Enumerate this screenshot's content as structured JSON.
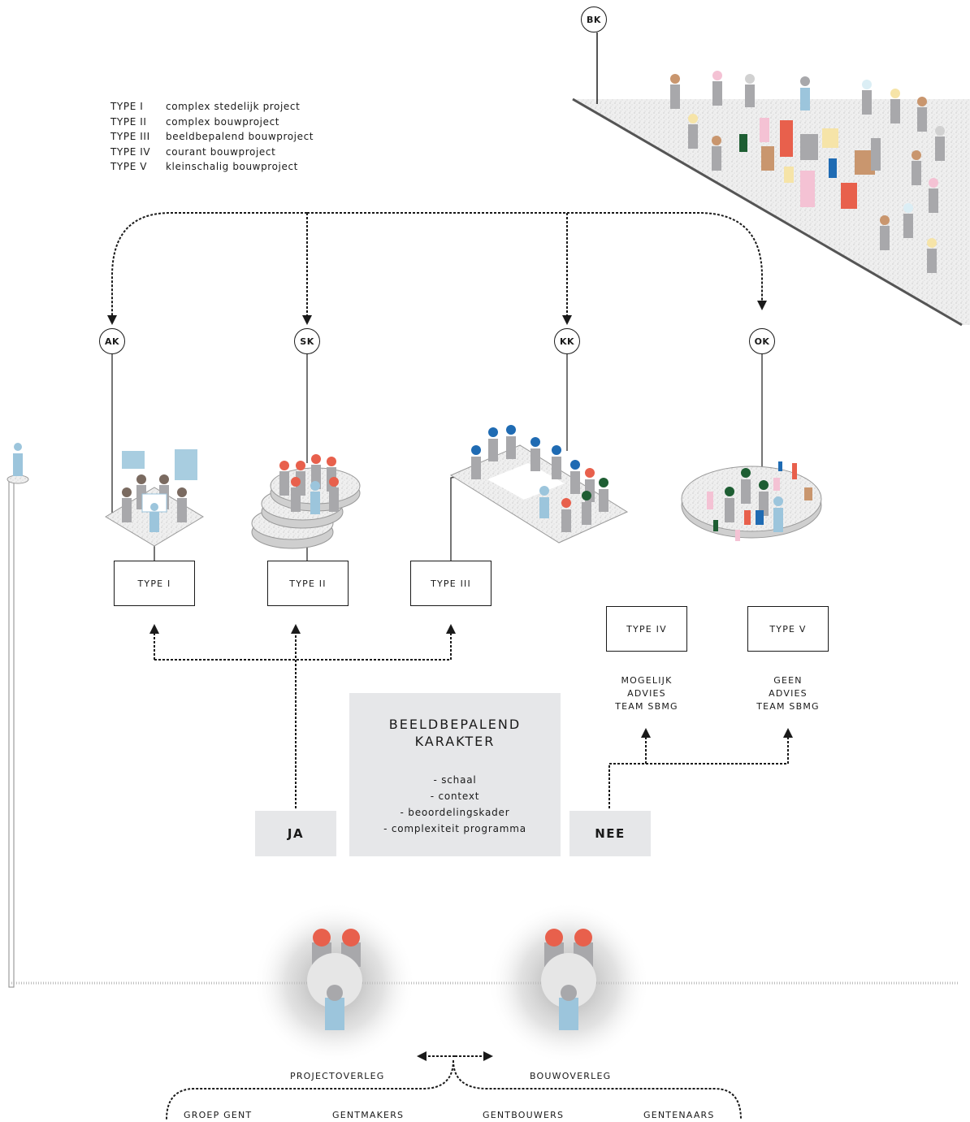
{
  "legend": [
    {
      "code": "TYPE I",
      "text": "complex stedelijk project"
    },
    {
      "code": "TYPE II",
      "text": "complex bouwproject"
    },
    {
      "code": "TYPE III",
      "text": "beeldbepalend bouwproject"
    },
    {
      "code": "TYPE IV",
      "text": "courant bouwproject"
    },
    {
      "code": "TYPE V",
      "text": "kleinschalig bouwproject"
    }
  ],
  "committees": {
    "bk": "BK",
    "ak": "AK",
    "sk": "SK",
    "kk": "KK",
    "ok": "OK"
  },
  "types": {
    "t1": "TYPE I",
    "t2": "TYPE II",
    "t3": "TYPE III",
    "t4": "TYPE IV",
    "t5": "TYPE V"
  },
  "notes": {
    "t4": [
      "MOGELIJK",
      "ADVIES",
      "TEAM SBMG"
    ],
    "t5": [
      "GEEN",
      "ADVIES",
      "TEAM SBMG"
    ]
  },
  "decision": {
    "title": [
      "BEELDBEPALEND",
      "KARAKTER"
    ],
    "criteria": [
      "- schaal",
      "- context",
      "- beoordelingskader",
      "- complexiteit programma"
    ],
    "yes": "JA",
    "no": "NEE"
  },
  "meetings": {
    "project": "PROJECTOVERLEG",
    "build": "BOUWOVERLEG"
  },
  "groups": [
    "GROEP GENT",
    "GENTMAKERS",
    "GENTBOUWERS",
    "GENTENAARS"
  ],
  "colors": {
    "line": "#1a1a1a",
    "red": "#e8604c",
    "blue": "#1f6bb3",
    "green": "#1e5e33",
    "brown": "#7a6a60",
    "person_grey": "#a8a8ab",
    "person_blue": "#9cc5dc",
    "platform": "#ececec",
    "panel": "#e6e7e9"
  }
}
